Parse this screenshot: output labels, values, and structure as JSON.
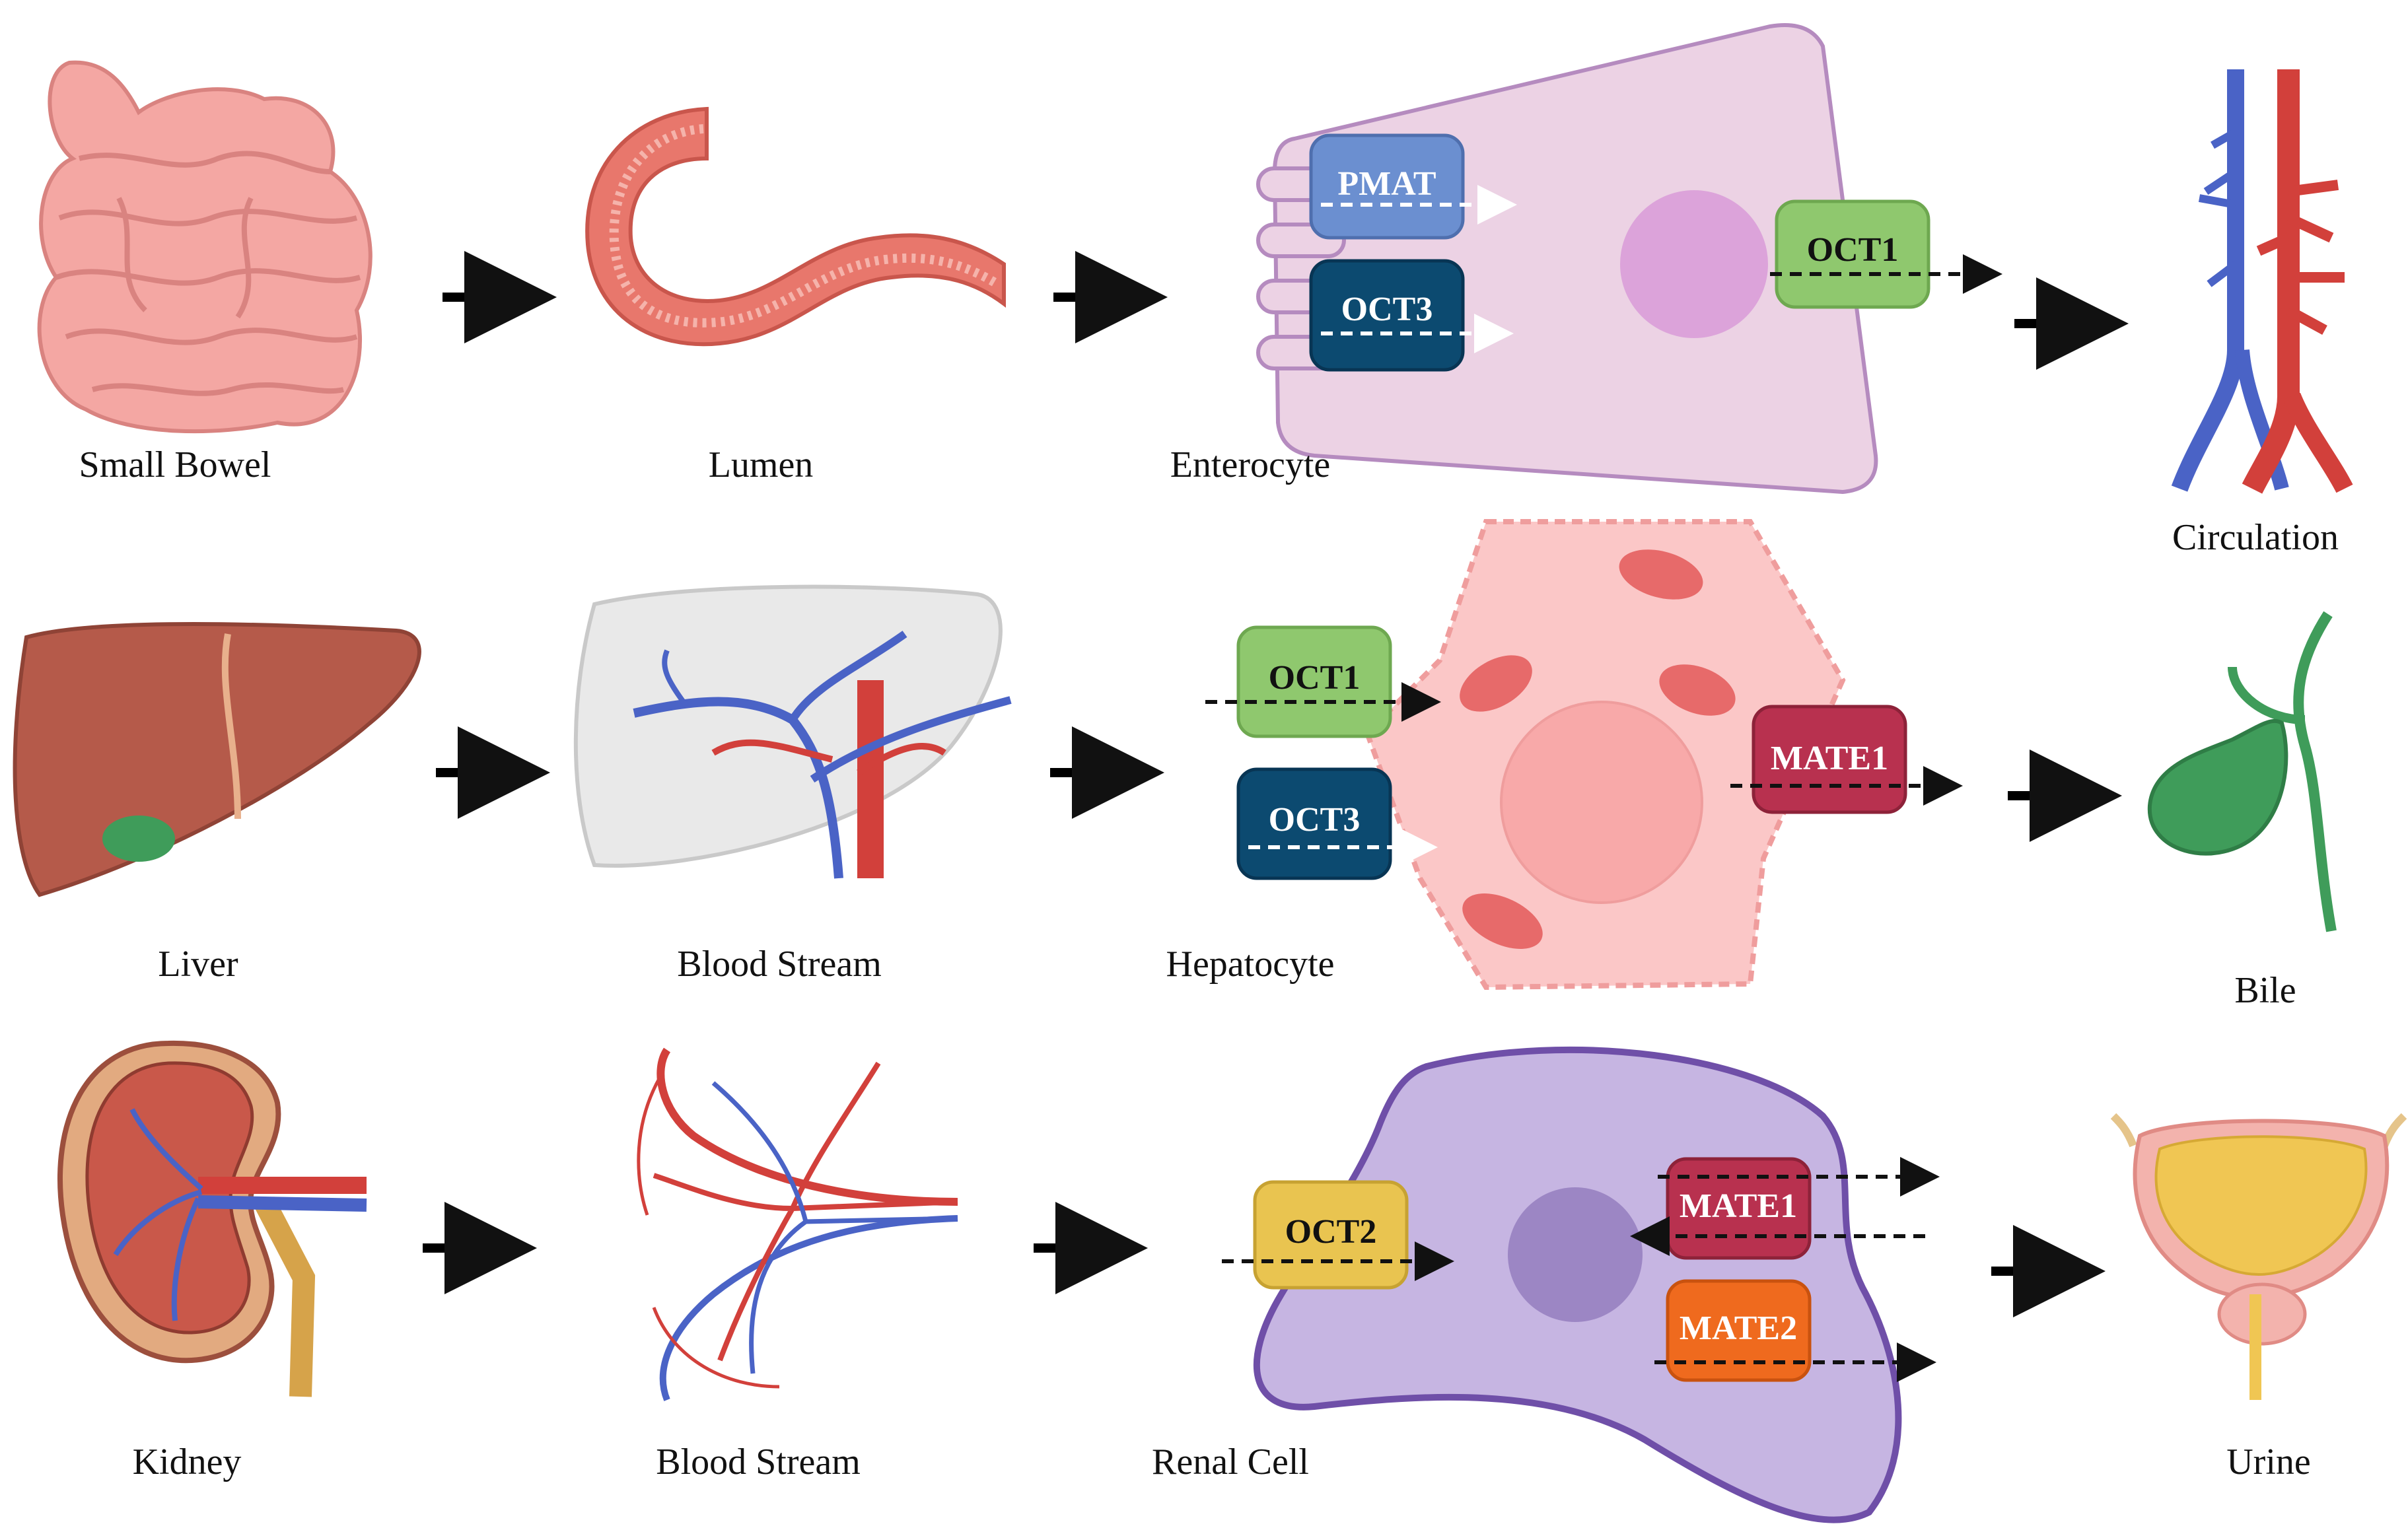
{
  "rows": [
    {
      "labels": [
        "Small Bowel",
        "Lumen",
        "Enterocyte",
        "Circulation"
      ],
      "transporters": [
        "PMAT",
        "OCT3",
        "OCT1"
      ]
    },
    {
      "labels": [
        "Liver",
        "Blood Stream",
        "Hepatocyte",
        "Bile"
      ],
      "transporters": [
        "OCT1",
        "OCT3",
        "MATE1"
      ]
    },
    {
      "labels": [
        "Kidney",
        "Blood Stream",
        "Renal Cell",
        "Urine"
      ],
      "transporters": [
        "OCT2",
        "MATE1",
        "MATE2"
      ]
    }
  ],
  "colors": {
    "pmat": "#6b8fd0",
    "oct3": "#0c4a70",
    "oct1": "#8fc86e",
    "mate1": "#b8314f",
    "oct2": "#e9c450",
    "mate2": "#ef6a1e",
    "enterocyte": "#ecd2e4",
    "hepatocyte": "#fbc7c7",
    "renal_cell": "#c6b5e2"
  }
}
